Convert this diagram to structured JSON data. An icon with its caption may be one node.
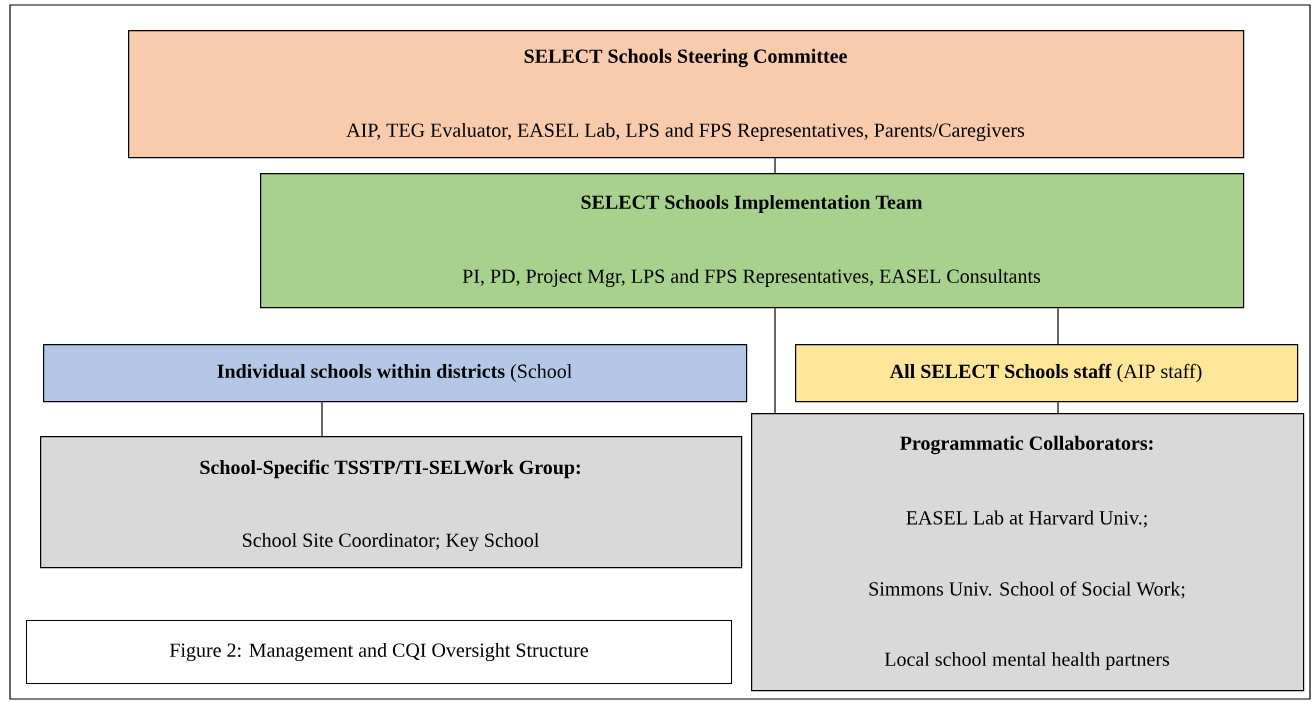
{
  "diagram": {
    "caption": "Figure 2: Management and CQI Oversight Structure",
    "nodes": [
      {
        "text": [
          "SELECT Schools Steering Committee",
          "AIP, TEG Evaluator, EASEL Lab, LPS and FPS Representatives, Parents/Caregivers"
        ]
      },
      {
        "text": [
          "SELECT Schools Implementation Team",
          "PI, PD, Project Mgr, LPS and FPS Representatives, EASEL Consultants"
        ]
      },
      {
        "text": [
          "**Individual schools within districts** (School"
        ]
      },
      {
        "text": [
          "**All SELECT Schools staff** (AIP staff)"
        ]
      },
      {
        "text": [
          "School-Specific TSSTP/TI-SELWork Group:",
          "School Site Coordinator; Key School"
        ]
      },
      {
        "text": [
          "Programmatic Collaborators:",
          "EASEL Lab at Harvard Univ.;",
          "Simmons Univ. School of Social Work;",
          "Local school mental health partners"
        ]
      }
    ],
    "edges": [
      {
        "from": 0,
        "to": 1,
        "arrow": "none"
      },
      {
        "from": 1,
        "to": 5,
        "arrow": "none"
      },
      {
        "from": 1,
        "to": 3,
        "arrow": "none"
      },
      {
        "from": 3,
        "to": 5,
        "arrow": "none"
      },
      {
        "from": 2,
        "to": 4,
        "arrow": "none"
      }
    ]
  }
}
